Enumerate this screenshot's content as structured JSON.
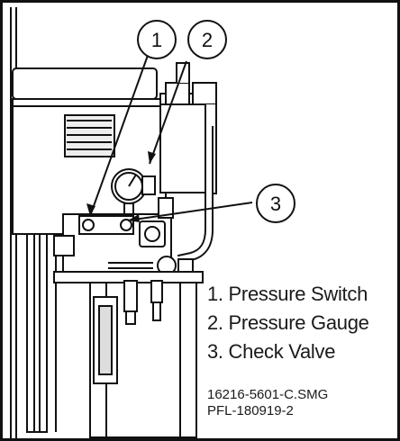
{
  "callouts": [
    {
      "number": "1"
    },
    {
      "number": "2"
    },
    {
      "number": "3"
    }
  ],
  "legend": [
    {
      "label": "1. Pressure Switch"
    },
    {
      "label": "2. Pressure Gauge"
    },
    {
      "label": "3. Check Valve"
    }
  ],
  "drawing_codes": [
    "16216-5601-C.SMG",
    "PFL-180919-2"
  ]
}
